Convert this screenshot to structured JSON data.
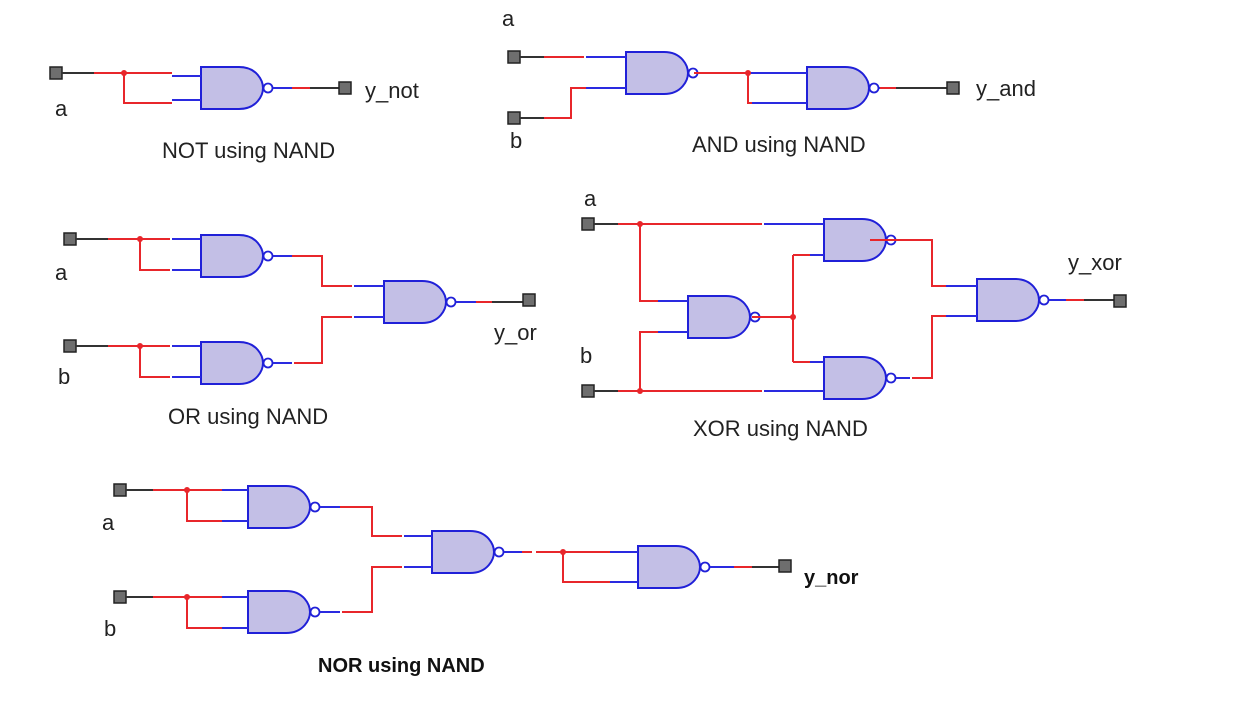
{
  "diagram": {
    "title": "Logic gates implemented using NAND gates",
    "colors": {
      "gate_fill": "#c3bfe6",
      "gate_stroke": "#2020d8",
      "wire_red": "#e8262b",
      "wire_blue": "#2a2ae0",
      "wire_black": "#333333",
      "pin_fill": "#6e6e6e",
      "pin_stroke": "#222222"
    },
    "circuits": [
      {
        "id": "not",
        "caption": "NOT using NAND",
        "inputs": [
          "a"
        ],
        "output": "y_not",
        "nand_gate_count": 1
      },
      {
        "id": "and",
        "caption": "AND using NAND",
        "inputs": [
          "a",
          "b"
        ],
        "output": "y_and",
        "nand_gate_count": 2
      },
      {
        "id": "or",
        "caption": "OR using NAND",
        "inputs": [
          "a",
          "b"
        ],
        "output": "y_or",
        "nand_gate_count": 3
      },
      {
        "id": "xor",
        "caption": "XOR using NAND",
        "inputs": [
          "a",
          "b"
        ],
        "output": "y_xor",
        "nand_gate_count": 4
      },
      {
        "id": "nor",
        "caption": "NOR using NAND",
        "inputs": [
          "a",
          "b"
        ],
        "output": "y_nor",
        "nand_gate_count": 4
      }
    ]
  }
}
